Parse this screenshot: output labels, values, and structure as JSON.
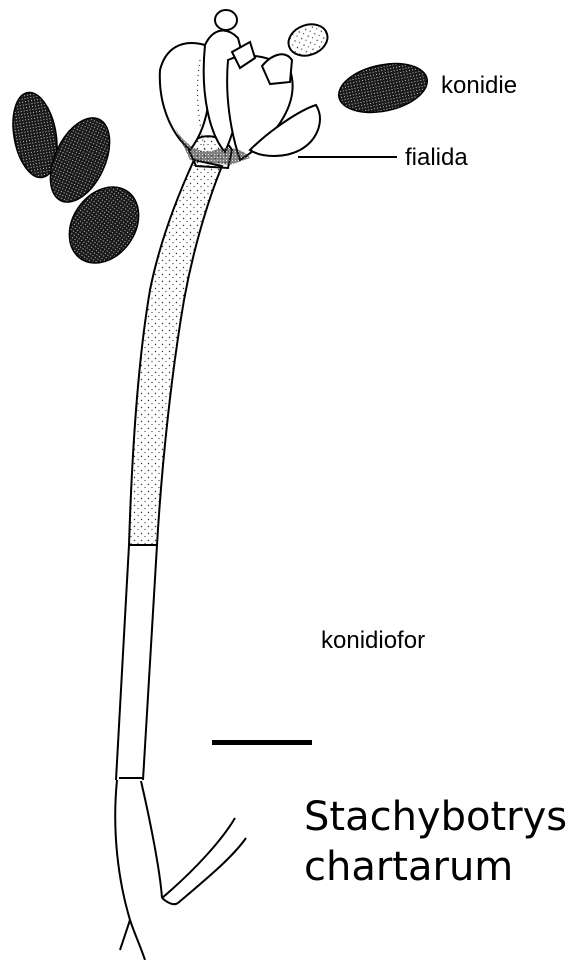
{
  "labels": {
    "konidie": "konidie",
    "fialida": "fialida",
    "konidiofor": "konidiofor"
  },
  "species": {
    "genus": "Stachybotrys",
    "epithet": "chartarum"
  },
  "colors": {
    "ink": "#000000",
    "paper": "#ffffff",
    "conidium_fill": "#141414",
    "stipple": "#333333"
  }
}
